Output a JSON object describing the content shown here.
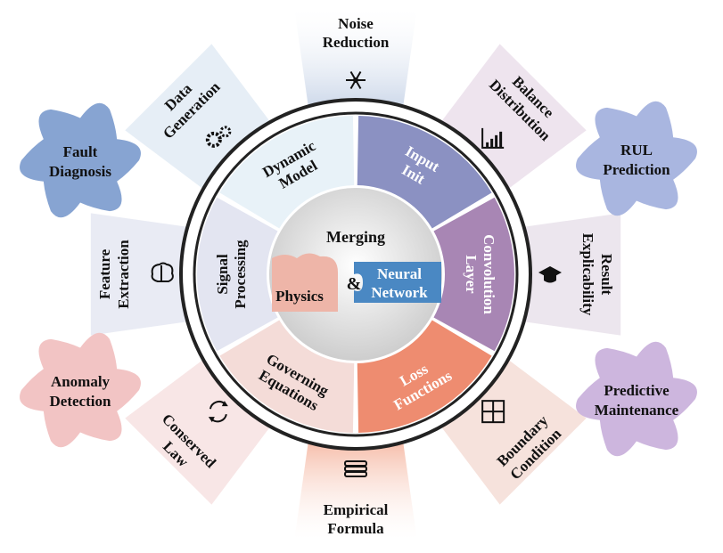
{
  "center": {
    "title": "Merging",
    "left": "Physics",
    "amp": "&",
    "right_line1": "Neural",
    "right_line2": "Network"
  },
  "inner_ring": [
    {
      "line1": "Dynamic",
      "line2": "Model",
      "color": "#e8f2f8",
      "text": "dark"
    },
    {
      "line1": "Input",
      "line2": "Init",
      "color": "#8b91c2",
      "text": "light"
    },
    {
      "line1": "Convolution",
      "line2": "Layer",
      "color": "#a886b4",
      "text": "light"
    },
    {
      "line1": "Loss",
      "line2": "Functions",
      "color": "#ee8c70",
      "text": "light"
    },
    {
      "line1": "Governing",
      "line2": "Equations",
      "color": "#f4dcd8",
      "text": "dark"
    },
    {
      "line1": "Signal",
      "line2": "Processing",
      "color": "#e3e5f1",
      "text": "dark"
    }
  ],
  "outer_ring": [
    {
      "line1": "Noise",
      "line2": "Reduction",
      "icon": "snowflake-icon"
    },
    {
      "line1": "Balance",
      "line2": "Distribution",
      "icon": "bar-chart-icon"
    },
    {
      "line1": "Result",
      "line2": "Explicability",
      "icon": "graduation-cap-icon"
    },
    {
      "line1": "Boundary",
      "line2": "Condition",
      "icon": "grid-calculator-icon"
    },
    {
      "line1": "Empirical",
      "line2": "Formula",
      "icon": "books-icon"
    },
    {
      "line1": "Conserved",
      "line2": "Law",
      "icon": "cycle-arrows-icon"
    },
    {
      "line1": "Feature",
      "line2": "Extraction",
      "icon": "brain-icon"
    },
    {
      "line1": "Data",
      "line2": "Generation",
      "icon": "gears-icon"
    }
  ],
  "applications": [
    {
      "line1": "Fault",
      "line2": "Diagnosis",
      "color": "#87a4d2"
    },
    {
      "line1": "RUL",
      "line2": "Prediction",
      "color": "#a9b6e0"
    },
    {
      "line1": "Predictive",
      "line2": "Maintenance",
      "color": "#cdb6de"
    },
    {
      "line1": "Anomaly",
      "line2": "Detection",
      "color": "#f2c4c4"
    }
  ],
  "colors": {
    "ring": "#222222",
    "ray_top": "#cdd8e8",
    "ray_bottom_left": "#f6e3e3",
    "ray_bottom": "#f6c2b2",
    "ray_right": "#e6dcea",
    "center_fill": "#dcdcdc"
  }
}
